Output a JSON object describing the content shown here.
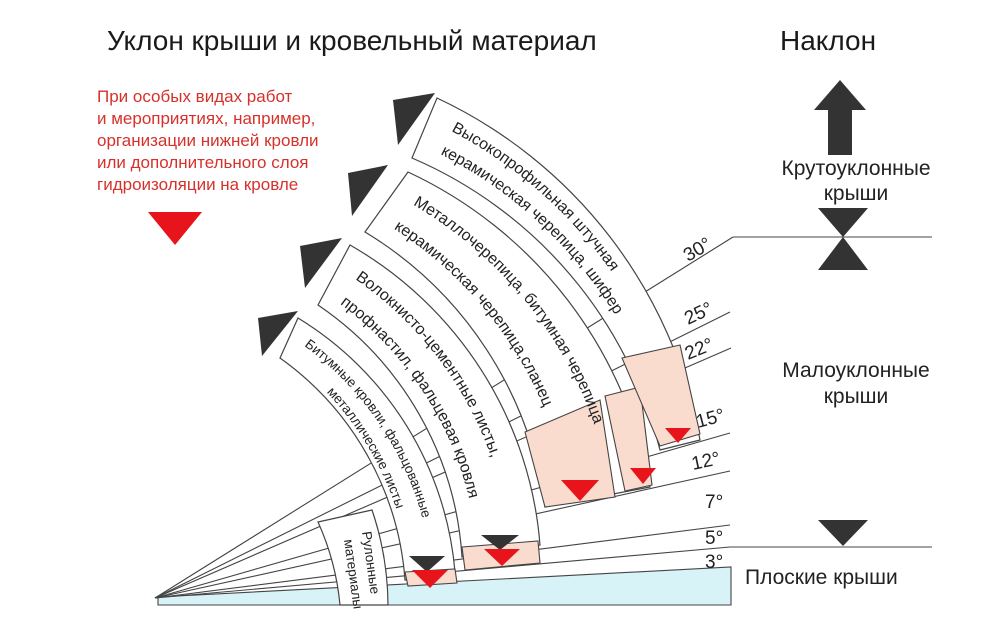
{
  "header": {
    "title": "Уклон крыши и кровельный материал",
    "slope_title": "Наклон"
  },
  "note": {
    "lines": [
      "При особых видах работ",
      "и мероприятиях, например,",
      "организации нижней кровли",
      "или дополнительного слоя",
      "гидроизоляции на кровле"
    ],
    "marker_color": "#e8141c"
  },
  "materials": [
    {
      "line1": "Битумные кровли, фальцованные",
      "line2": "металлические листы"
    },
    {
      "line1": "Волокнисто-цементные листы,",
      "line2": "профнастил, фальцевая кровля"
    },
    {
      "line1": "Металлочерепица, битумная черепица",
      "line2": "керамическая черепица,сланец"
    },
    {
      "line1": "Высокопрофильная штучная",
      "line2": "керамическая черепица, шифер"
    }
  ],
  "roll_material": {
    "line1": "Рулонные",
    "line2": "материалы"
  },
  "degrees": [
    "30°",
    "25°",
    "22°",
    "15°",
    "12°",
    "7°",
    "5°",
    "3°"
  ],
  "categories": {
    "steep": {
      "line1": "Крутоуклонные",
      "line2": "крыши"
    },
    "low": {
      "line1": "Малоуклонные",
      "line2": "крыши"
    },
    "flat": "Плоские крыши"
  },
  "colors": {
    "highlight": "#fadccf",
    "flat": "#d8f3f8",
    "red": "#e8141c",
    "dark": "#333333"
  }
}
